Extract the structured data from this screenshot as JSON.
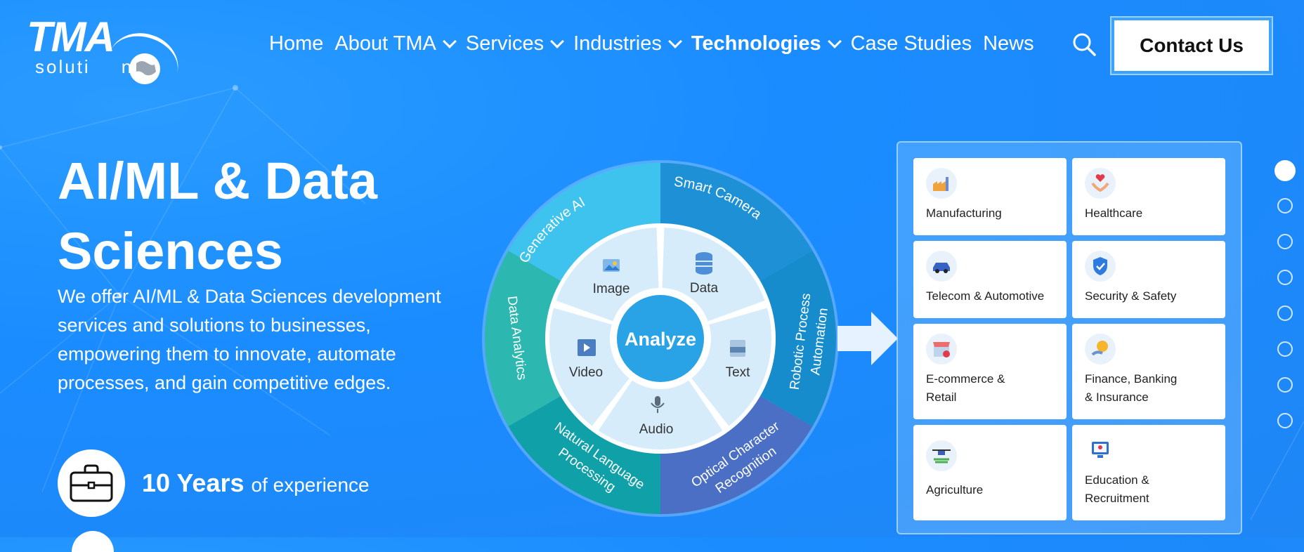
{
  "brand": {
    "logo_main": "TMA",
    "logo_sub": "soluti",
    "logo_tail": "ns"
  },
  "nav": {
    "items": [
      {
        "label": "Home",
        "dropdown": false,
        "active": false
      },
      {
        "label": "About TMA",
        "dropdown": true,
        "active": false
      },
      {
        "label": "Services",
        "dropdown": true,
        "active": false
      },
      {
        "label": "Industries",
        "dropdown": true,
        "active": false
      },
      {
        "label": "Technologies",
        "dropdown": true,
        "active": true
      },
      {
        "label": "Case Studies",
        "dropdown": false,
        "active": false
      },
      {
        "label": "News",
        "dropdown": false,
        "active": false
      }
    ],
    "search_icon": "search-icon",
    "contact_label": "Contact Us"
  },
  "hero": {
    "title_line1": "AI/ML & Data",
    "title_line2": "Sciences",
    "description": "We offer AI/ML & Data Sciences development services and solutions to businesses, empowering them to innovate, automate processes, and gain competitive edges.",
    "experience_number": "10 Years",
    "experience_text": "of experience",
    "experience_icon": "briefcase-icon"
  },
  "wheel": {
    "center": "Analyze",
    "outer": [
      "Generative AI",
      "Smart Camera",
      "Robotic Process Automation",
      "Optical Character Recognition",
      "Natural Language Processing",
      "Data Analytics"
    ],
    "inner": [
      "Image",
      "Data",
      "Text",
      "Audio",
      "Video"
    ]
  },
  "industries": [
    {
      "label_1": "Manufacturing",
      "label_2": "",
      "icon": "factory-icon"
    },
    {
      "label_1": "Healthcare",
      "label_2": "",
      "icon": "heart-hand-icon"
    },
    {
      "label_1": "Telecom & Automotive",
      "label_2": "",
      "icon": "car-icon"
    },
    {
      "label_1": "Security & Safety",
      "label_2": "",
      "icon": "shield-icon"
    },
    {
      "label_1": "E-commerce &",
      "label_2": "Retail",
      "icon": "store-icon"
    },
    {
      "label_1": "Finance, Banking",
      "label_2": "& Insurance",
      "icon": "coin-hand-icon"
    },
    {
      "label_1": "Agriculture",
      "label_2": "",
      "icon": "drone-icon"
    },
    {
      "label_1": "Education &",
      "label_2": "Recruitment",
      "icon": "monitor-icon"
    }
  ],
  "pager": {
    "count": 8,
    "active_index": 0
  },
  "colors": {
    "background": "#1a8cff",
    "wheel_generative": "#3ec3ef",
    "wheel_smart_camera": "#1e90d6",
    "wheel_rpa": "#168ccc",
    "wheel_ocr": "#4a6fc4",
    "wheel_nlp": "#0fa0a8",
    "wheel_data_analytics": "#2cb8b0",
    "wheel_center": "#29a3e6"
  }
}
